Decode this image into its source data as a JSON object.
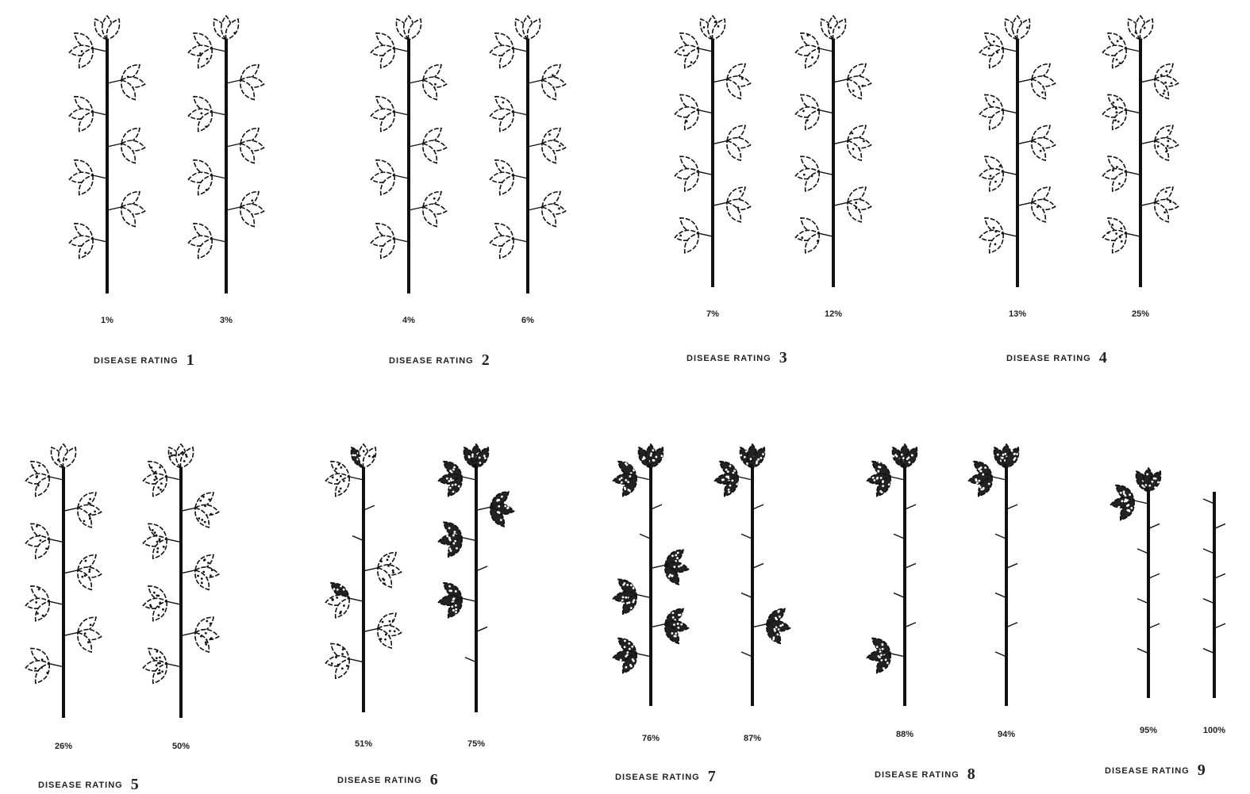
{
  "rating_label": "DISEASE RATING",
  "groups": [
    {
      "rating": "1",
      "plants": [
        {
          "percent": "1%",
          "severity": 0.01
        },
        {
          "percent": "3%",
          "severity": 0.03
        }
      ]
    },
    {
      "rating": "2",
      "plants": [
        {
          "percent": "4%",
          "severity": 0.04
        },
        {
          "percent": "6%",
          "severity": 0.06
        }
      ]
    },
    {
      "rating": "3",
      "plants": [
        {
          "percent": "7%",
          "severity": 0.07
        },
        {
          "percent": "12%",
          "severity": 0.12
        }
      ]
    },
    {
      "rating": "4",
      "plants": [
        {
          "percent": "13%",
          "severity": 0.13
        },
        {
          "percent": "25%",
          "severity": 0.25
        }
      ]
    },
    {
      "rating": "5",
      "plants": [
        {
          "percent": "26%",
          "severity": 0.26
        },
        {
          "percent": "50%",
          "severity": 0.5
        }
      ]
    },
    {
      "rating": "6",
      "plants": [
        {
          "percent": "51%",
          "severity": 0.51
        },
        {
          "percent": "75%",
          "severity": 0.75
        }
      ]
    },
    {
      "rating": "7",
      "plants": [
        {
          "percent": "76%",
          "severity": 0.76
        },
        {
          "percent": "87%",
          "severity": 0.87
        }
      ]
    },
    {
      "rating": "8",
      "plants": [
        {
          "percent": "88%",
          "severity": 0.88
        },
        {
          "percent": "94%",
          "severity": 0.94
        }
      ]
    },
    {
      "rating": "9",
      "plants": [
        {
          "percent": "95%",
          "severity": 0.95
        },
        {
          "percent": "100%",
          "severity": 1.0
        }
      ]
    }
  ]
}
